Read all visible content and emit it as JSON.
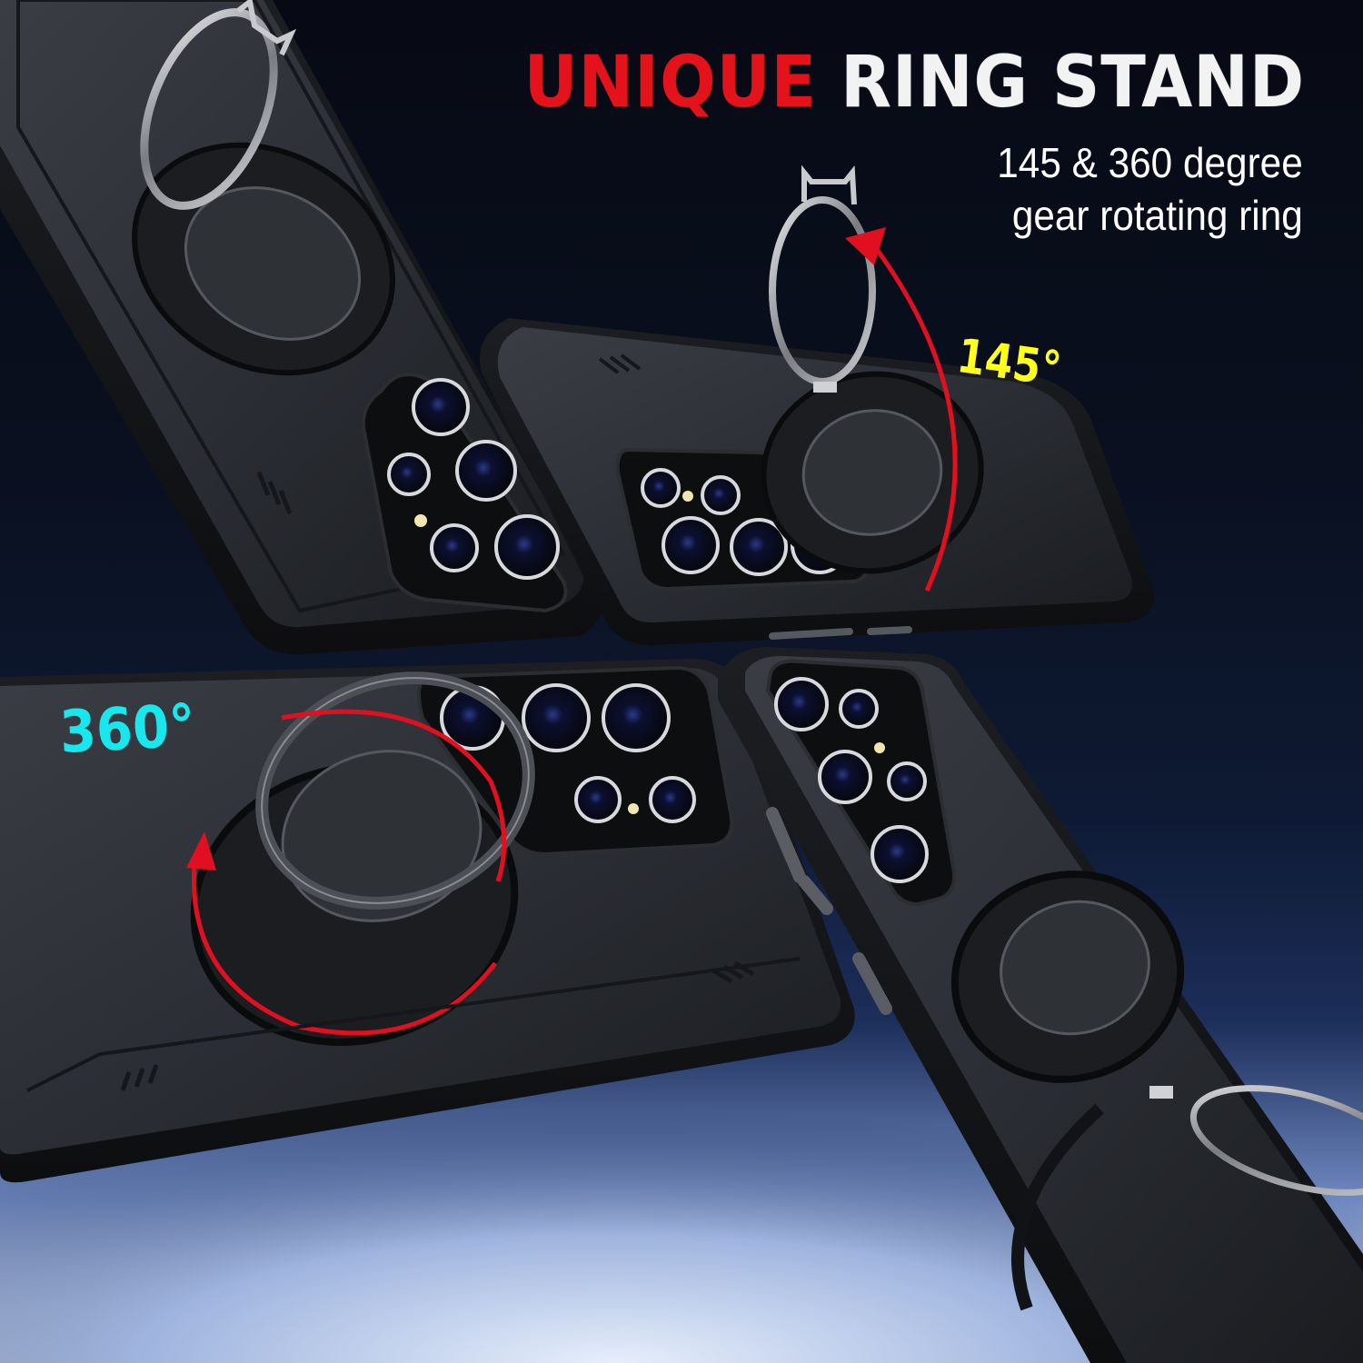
{
  "headline": {
    "word_accent": "UNIQUE",
    "word_main": "RING STAND",
    "accent_color": "#e4121b",
    "main_color": "#f2f2f2"
  },
  "subheadline": {
    "line1": "145 & 360 degree",
    "line2": "gear rotating ring"
  },
  "callouts": {
    "angle_flip": {
      "label": "145°",
      "color": "#ffff1a"
    },
    "angle_rotate": {
      "label": "360°",
      "color": "#18e8ee"
    },
    "arrow_color": "#e01020"
  },
  "products": [
    {
      "id": "case-top-left",
      "view": "back, tilted, ring raised"
    },
    {
      "id": "case-top-right",
      "view": "back, landscape, ring flipped 145°"
    },
    {
      "id": "case-bottom-left",
      "view": "back, landscape, ring rotating 360°"
    },
    {
      "id": "case-bottom-right",
      "view": "back, tilted, ring as kickstand"
    }
  ],
  "background": {
    "top_color": "#070a14",
    "bottom_color": "#dde6f6"
  }
}
